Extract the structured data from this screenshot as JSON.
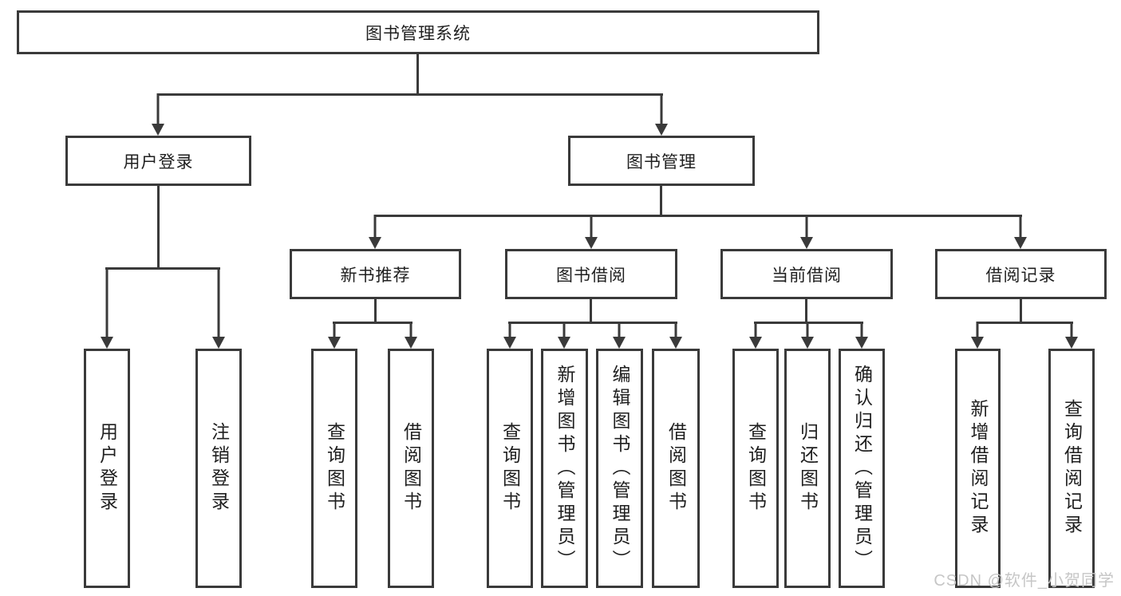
{
  "tree": {
    "root": {
      "label": "图书管理系统",
      "children": [
        {
          "label": "用户登录",
          "children": [
            "用户登录",
            "注销登录"
          ]
        },
        {
          "label": "图书管理",
          "children": [
            {
              "label": "新书推荐",
              "children": [
                "查询图书",
                "借阅图书"
              ]
            },
            {
              "label": "图书借阅",
              "children": [
                "查询图书",
                "新增图书（管理员）",
                "编辑图书（管理员）",
                "借阅图书"
              ]
            },
            {
              "label": "当前借阅",
              "children": [
                "查询图书",
                "归还图书",
                "确认归还（管理员）"
              ]
            },
            {
              "label": "借阅记录",
              "children": [
                "新增借阅记录",
                "查询借阅记录"
              ]
            }
          ]
        }
      ]
    }
  },
  "watermark": {
    "text": "CSDN @软件_小贺同学"
  },
  "colors": {
    "line": "#3a3a3a",
    "box_border": "#3a3a3a",
    "box_bg": "#ffffff",
    "text": "#1f1f1f",
    "watermark": "#c6c6c6",
    "background": "#ffffff"
  }
}
